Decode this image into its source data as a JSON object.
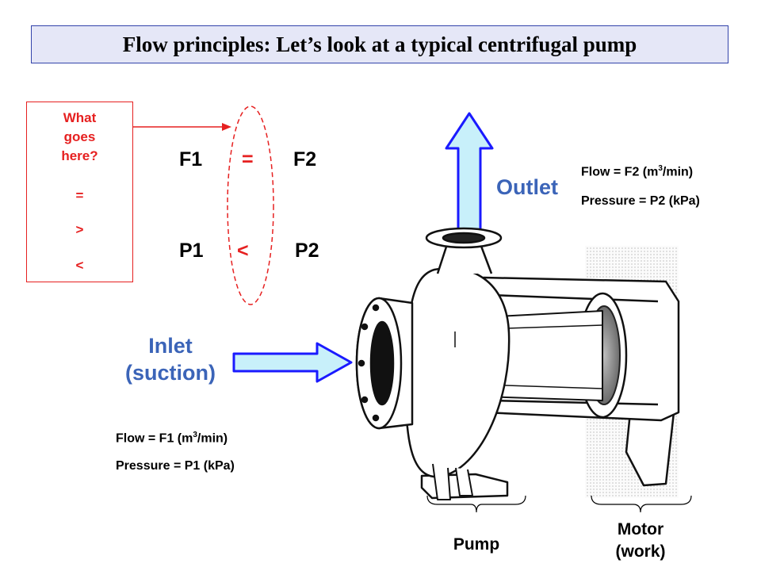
{
  "title": "Flow principles: Let’s look at a typical centrifugal pump",
  "question_box": {
    "lines": [
      "What",
      "goes",
      "here?",
      "=",
      ">",
      "<"
    ]
  },
  "equations": {
    "flow": {
      "left": "F1",
      "op": "=",
      "right": "F2"
    },
    "pressure": {
      "left": "P1",
      "op": "<",
      "right": "P2"
    }
  },
  "outlet": {
    "label": "Outlet",
    "flow_prefix": "Flow = F2 (m",
    "flow_sup": "3",
    "flow_suffix": "/min)",
    "pressure": "Pressure = P2 (kPa)"
  },
  "inlet": {
    "label_line1": "Inlet",
    "label_line2": "(suction)",
    "flow_prefix": "Flow = F1 (m",
    "flow_sup": "3",
    "flow_suffix": "/min)",
    "pressure": "Pressure = P1 (kPa)"
  },
  "labels": {
    "pump": "Pump",
    "motor_line1": "Motor",
    "motor_line2": "(work)"
  },
  "colors": {
    "title_bg": "#e5e7f7",
    "title_border": "#3344aa",
    "accent_red": "#e62020",
    "label_blue": "#3b64b8",
    "arrow_fill": "#c8f0fa",
    "arrow_stroke": "#1a1aff"
  },
  "icons": {
    "outlet_arrow": "arrow-up-icon",
    "inlet_arrow": "arrow-right-icon",
    "pointer_arrow": "pointer-arrow-icon",
    "pump_illustration": "centrifugal-pump-icon"
  }
}
